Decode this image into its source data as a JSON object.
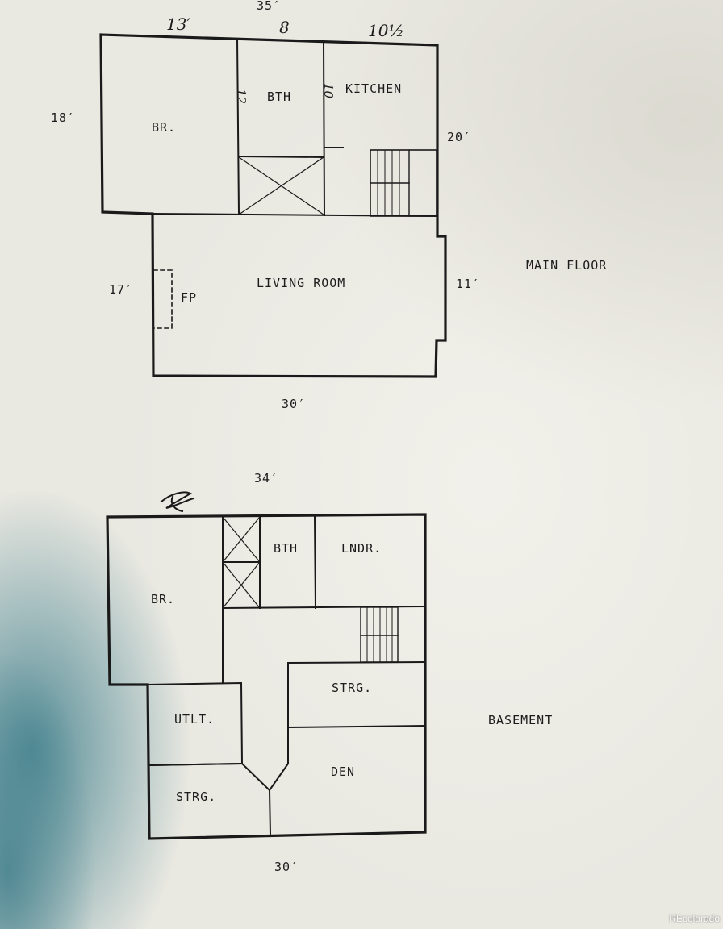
{
  "main_floor": {
    "title": "MAIN FLOOR",
    "dims": {
      "top": "35′",
      "left": "18′",
      "right": "20′",
      "living_left": "17′",
      "living_right": "11′",
      "bottom": "30′"
    },
    "handwritten": {
      "br_width": "13′",
      "bath_width": "8",
      "kitchen_width": "10½",
      "bath_depth": "12",
      "kitchen_depth": "10"
    },
    "rooms": {
      "bedroom": "BR.",
      "bath": "BTH",
      "kitchen": "KITCHEN",
      "living": "LIVING ROOM",
      "fireplace": "FP"
    }
  },
  "basement": {
    "title": "BASEMENT",
    "dims": {
      "top": "34′",
      "bottom": "30′"
    },
    "rooms": {
      "bedroom": "BR.",
      "bath": "BTH",
      "laundry": "LNDR.",
      "storage_upper": "STRG.",
      "utility": "UTLT.",
      "den": "DEN",
      "storage_lower": "STRG."
    }
  },
  "watermark": "REcolorado"
}
